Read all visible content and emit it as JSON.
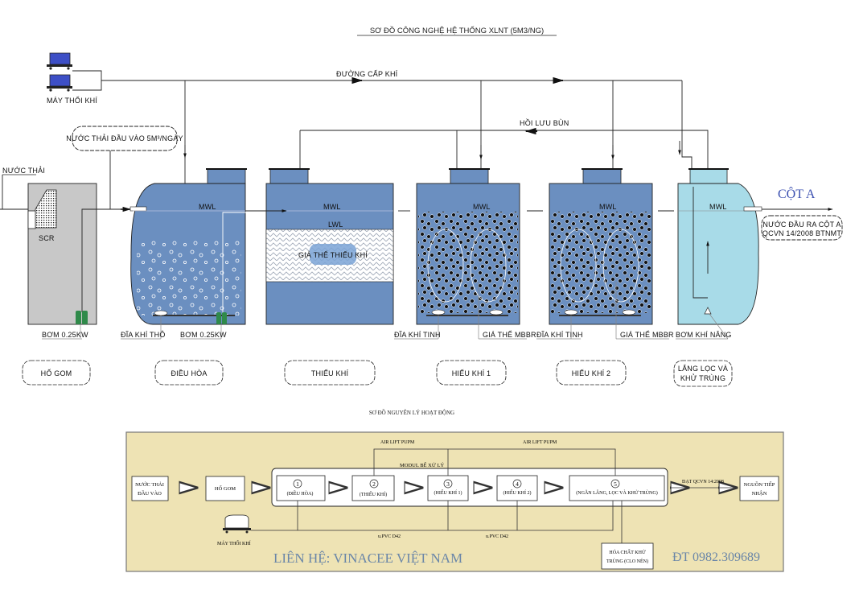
{
  "title": "SƠ ĐỒ CÔNG NGHỆ HỆ THỐNG  XLNT (5M3/NG)",
  "colors": {
    "tank_blue": "#6b8fc0",
    "tank_light_blue": "#a8dbe8",
    "gom_gray": "#c8c8c8",
    "pump_green": "#2f8a4a",
    "blower_blue": "#3d4fc6",
    "panel_bg": "#eee3b4",
    "cot_a_blue": "#3a4fb0",
    "contact_blue": "#6a86a8"
  },
  "top_diagram": {
    "blower_label": "MÁY THỔI KHÍ",
    "air_line_label": "ĐƯỜNG CẤP KHÍ",
    "sludge_return_label": "HỒI LƯU BÙN",
    "inlet_label": "NƯỚC THẢI",
    "inlet_cloud": "NƯỚC THẢI ĐẦU VÀO 5M³/NGÀY",
    "screen_label": "SCR",
    "mwl": "MWL",
    "lwl": "LWL",
    "media_anoxic": "GIÁ THỂ THIẾU KHÍ",
    "outlet_title": "CỘT A",
    "outlet_cloud_line1": "NƯỚC ĐẦU RA CỘT A",
    "outlet_cloud_line2": "QCVN 14/2008 BTNMT",
    "callouts": {
      "pump_gom": "BƠM 0.25KW",
      "coarse_diffuser": "ĐĨA KHÍ THÔ",
      "pump_dieuhoa": "BƠM 0.25KW",
      "fine_diffuser_1": "ĐĨA KHÍ TINH",
      "mbbr_1": "GIÁ THỂ MBBR",
      "fine_diffuser_2": "ĐĨA KHÍ TINH",
      "mbbr_2": "GIÁ THỂ MBBR",
      "airlift": "BƠM KHÍ NÂNG"
    },
    "tank_labels": [
      "HỐ GOM",
      "ĐIỀU HÒA",
      "THIẾU KHÍ",
      "HIẾU KHÍ 1",
      "HIẾU KHÍ 2",
      "LẮNG LỌC VÀ",
      "KHỬ TRÙNG"
    ]
  },
  "bottom_diagram": {
    "title": "SƠ ĐỒ NGUYÊN LÝ HOẠT ĐỘNG",
    "inlet_box_line1": "NƯỚC THẢI",
    "inlet_box_line2": "ĐẦU VÀO",
    "gom_box": "HỐ GOM",
    "module_label": "MODUL BỂ XỬ LÝ",
    "airlift_label_1": "AIR LIFT PUPM",
    "airlift_label_2": "AIR LIFT PUPM",
    "steps": [
      {
        "num": "1",
        "label": "(ĐIỀU HÒA)"
      },
      {
        "num": "2",
        "label": "(THIẾU KHÍ)"
      },
      {
        "num": "3",
        "label": "(HIẾU KHÍ 1)"
      },
      {
        "num": "4",
        "label": "(HIẾU KHÍ 2)"
      },
      {
        "num": "5",
        "label": "(NGĂN LẮNG, LỌC VÀ KHỬ TRÙNG)"
      }
    ],
    "standard_label": "ĐẠT QCVN 14:2008",
    "receiver_line1": "NGUỒN TIẾP",
    "receiver_line2": "NHẬN",
    "blower_label": "MÁY THỔI KHÍ",
    "pipe_label_1": "u.PVC D42",
    "pipe_label_2": "u.PVC D42",
    "chem_line1": "HÓA CHẤT KHỬ",
    "chem_line2": "TRÙNG (CLO NÉN)",
    "contact_left": "LIÊN HỆ: VINACEE VIỆT NAM",
    "contact_right": "ĐT 0982.309689"
  }
}
